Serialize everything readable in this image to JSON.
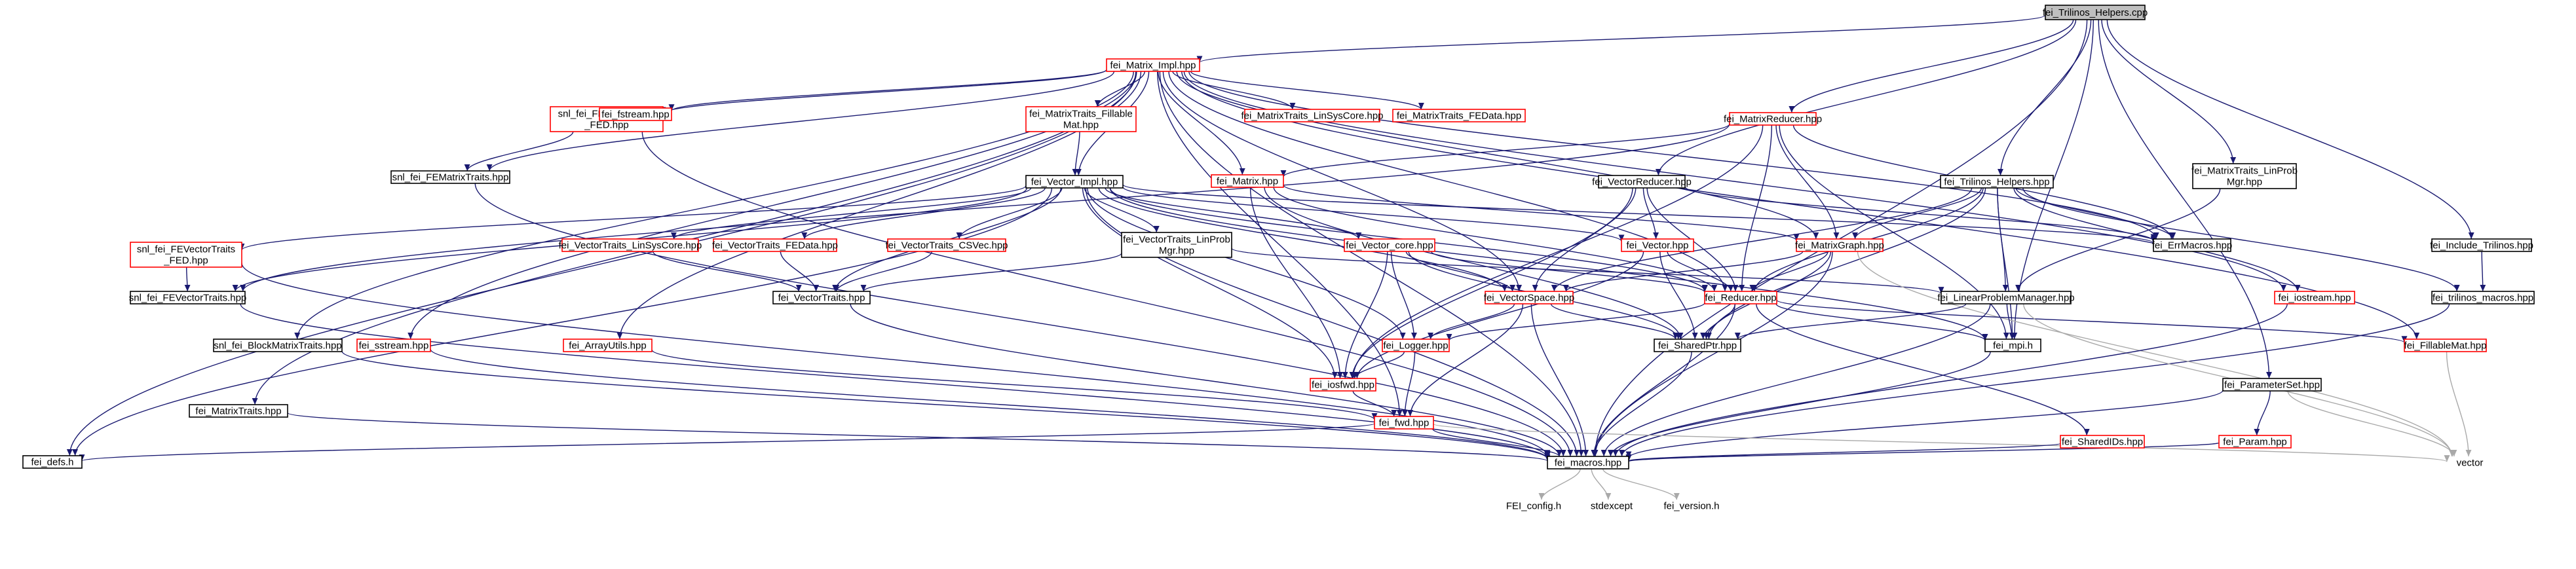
{
  "diagram": {
    "type": "include-dependency-graph",
    "colors": {
      "edge": "#191970",
      "edge_external": "#a9a9a9",
      "root_fill": "#bfbfbf",
      "documented_border": "#000000",
      "undocumented_border": "#ff0000",
      "external_border": "#bfbfbf",
      "node_fill": "#ffffff"
    },
    "nodes": [
      {
        "id": "root",
        "lines": [
          "fei_Trilinos_Helpers.cpp"
        ],
        "style": "root"
      },
      {
        "id": "matrix_impl",
        "lines": [
          "fei_Matrix_Impl.hpp"
        ],
        "style": "undocumented"
      },
      {
        "id": "snl_fe_matrix_fed",
        "lines": [
          "snl_fei_FEMatrixTraits",
          "_FED.hpp"
        ],
        "style": "undocumented"
      },
      {
        "id": "fstream",
        "lines": [
          "fei_fstream.hpp"
        ],
        "style": "undocumented"
      },
      {
        "id": "mt_fillable",
        "lines": [
          "fei_MatrixTraits_Fillable",
          "Mat.hpp"
        ],
        "style": "undocumented"
      },
      {
        "id": "mt_linsyscore",
        "lines": [
          "fei_MatrixTraits_LinSysCore.hpp"
        ],
        "style": "undocumented"
      },
      {
        "id": "mt_fedata",
        "lines": [
          "fei_MatrixTraits_FEData.hpp"
        ],
        "style": "undocumented"
      },
      {
        "id": "matrix_reducer",
        "lines": [
          "fei_MatrixReducer.hpp"
        ],
        "style": "undocumented"
      },
      {
        "id": "snl_fe_matrix",
        "lines": [
          "snl_fei_FEMatrixTraits.hpp"
        ],
        "style": "documented"
      },
      {
        "id": "vector_impl",
        "lines": [
          "fei_Vector_Impl.hpp"
        ],
        "style": "documented"
      },
      {
        "id": "matrix_hpp",
        "lines": [
          "fei_Matrix.hpp"
        ],
        "style": "undocumented"
      },
      {
        "id": "vector_reducer",
        "lines": [
          "fei_VectorReducer.hpp"
        ],
        "style": "documented"
      },
      {
        "id": "trilinos_helpers_hpp",
        "lines": [
          "fei_Trilinos_Helpers.hpp"
        ],
        "style": "documented"
      },
      {
        "id": "mt_linprob",
        "lines": [
          "fei_MatrixTraits_LinProb",
          "Mgr.hpp"
        ],
        "style": "documented"
      },
      {
        "id": "include_trilinos",
        "lines": [
          "fei_Include_Trilinos.hpp"
        ],
        "style": "documented"
      },
      {
        "id": "snl_fe_vector_fed",
        "lines": [
          "snl_fei_FEVectorTraits",
          "_FED.hpp"
        ],
        "style": "undocumented"
      },
      {
        "id": "vt_linsyscore",
        "lines": [
          "fei_VectorTraits_LinSysCore.hpp"
        ],
        "style": "undocumented"
      },
      {
        "id": "vt_fedata",
        "lines": [
          "fei_VectorTraits_FEData.hpp"
        ],
        "style": "undocumented"
      },
      {
        "id": "vt_csvec",
        "lines": [
          "fei_VectorTraits_CSVec.hpp"
        ],
        "style": "undocumented"
      },
      {
        "id": "vt_linprob",
        "lines": [
          "fei_VectorTraits_LinProb",
          "Mgr.hpp"
        ],
        "style": "documented"
      },
      {
        "id": "vector_core",
        "lines": [
          "fei_Vector_core.hpp"
        ],
        "style": "undocumented"
      },
      {
        "id": "vector_hpp",
        "lines": [
          "fei_Vector.hpp"
        ],
        "style": "undocumented"
      },
      {
        "id": "matrix_graph",
        "lines": [
          "fei_MatrixGraph.hpp"
        ],
        "style": "undocumented"
      },
      {
        "id": "err_macros",
        "lines": [
          "fei_ErrMacros.hpp"
        ],
        "style": "documented"
      },
      {
        "id": "snl_fe_vector",
        "lines": [
          "snl_fei_FEVectorTraits.hpp"
        ],
        "style": "documented"
      },
      {
        "id": "vector_traits",
        "lines": [
          "fei_VectorTraits.hpp"
        ],
        "style": "documented"
      },
      {
        "id": "vector_space",
        "lines": [
          "fei_VectorSpace.hpp"
        ],
        "style": "undocumented"
      },
      {
        "id": "reducer",
        "lines": [
          "fei_Reducer.hpp"
        ],
        "style": "undocumented"
      },
      {
        "id": "linprob_mgr",
        "lines": [
          "fei_LinearProblemManager.hpp"
        ],
        "style": "documented"
      },
      {
        "id": "iostream",
        "lines": [
          "fei_iostream.hpp"
        ],
        "style": "undocumented"
      },
      {
        "id": "trilinos_macros",
        "lines": [
          "fei_trilinos_macros.hpp"
        ],
        "style": "documented"
      },
      {
        "id": "block_matrix",
        "lines": [
          "snl_fei_BlockMatrixTraits.hpp"
        ],
        "style": "documented"
      },
      {
        "id": "sstream",
        "lines": [
          "fei_sstream.hpp"
        ],
        "style": "undocumented"
      },
      {
        "id": "array_utils",
        "lines": [
          "fei_ArrayUtils.hpp"
        ],
        "style": "undocumented"
      },
      {
        "id": "logger",
        "lines": [
          "fei_Logger.hpp"
        ],
        "style": "undocumented"
      },
      {
        "id": "shared_ptr",
        "lines": [
          "fei_SharedPtr.hpp"
        ],
        "style": "documented"
      },
      {
        "id": "mpi",
        "lines": [
          "fei_mpi.h"
        ],
        "style": "documented"
      },
      {
        "id": "fillable_mat",
        "lines": [
          "fei_FillableMat.hpp"
        ],
        "style": "undocumented"
      },
      {
        "id": "iosfwd",
        "lines": [
          "fei_iosfwd.hpp"
        ],
        "style": "undocumented"
      },
      {
        "id": "parameter_set",
        "lines": [
          "fei_ParameterSet.hpp"
        ],
        "style": "documented"
      },
      {
        "id": "matrix_traits",
        "lines": [
          "fei_MatrixTraits.hpp"
        ],
        "style": "documented"
      },
      {
        "id": "fwd",
        "lines": [
          "fei_fwd.hpp"
        ],
        "style": "undocumented"
      },
      {
        "id": "shared_ids",
        "lines": [
          "fei_SharedIDs.hpp"
        ],
        "style": "undocumented"
      },
      {
        "id": "param",
        "lines": [
          "fei_Param.hpp"
        ],
        "style": "undocumented"
      },
      {
        "id": "defs",
        "lines": [
          "fei_defs.h"
        ],
        "style": "documented"
      },
      {
        "id": "macros",
        "lines": [
          "fei_macros.hpp"
        ],
        "style": "documented"
      },
      {
        "id": "vector_std",
        "lines": [
          "vector"
        ],
        "style": "external"
      },
      {
        "id": "fei_config",
        "lines": [
          "FEI_config.h"
        ],
        "style": "external"
      },
      {
        "id": "stdexcept",
        "lines": [
          "stdexcept"
        ],
        "style": "external"
      },
      {
        "id": "fei_version",
        "lines": [
          "fei_version.h"
        ],
        "style": "external"
      }
    ],
    "edges": [
      [
        "root",
        "matrix_impl"
      ],
      [
        "root",
        "matrix_reducer"
      ],
      [
        "root",
        "vector_reducer"
      ],
      [
        "root",
        "trilinos_helpers_hpp"
      ],
      [
        "root",
        "mt_linprob"
      ],
      [
        "root",
        "include_trilinos"
      ],
      [
        "root",
        "parameter_set"
      ],
      [
        "root",
        "mpi"
      ],
      [
        "root",
        "macros"
      ],
      [
        "matrix_impl",
        "snl_fe_matrix_fed"
      ],
      [
        "matrix_impl",
        "fstream"
      ],
      [
        "matrix_impl",
        "mt_fillable"
      ],
      [
        "matrix_impl",
        "mt_linsyscore"
      ],
      [
        "matrix_impl",
        "mt_fedata"
      ],
      [
        "matrix_impl",
        "matrix_hpp"
      ],
      [
        "matrix_impl",
        "snl_fe_matrix"
      ],
      [
        "matrix_impl",
        "vector_impl"
      ],
      [
        "matrix_impl",
        "matrix_graph"
      ],
      [
        "matrix_impl",
        "err_macros"
      ],
      [
        "matrix_impl",
        "iostream"
      ],
      [
        "matrix_impl",
        "fillable_mat"
      ],
      [
        "matrix_impl",
        "block_matrix"
      ],
      [
        "matrix_impl",
        "sstream"
      ],
      [
        "matrix_impl",
        "array_utils"
      ],
      [
        "matrix_impl",
        "matrix_traits"
      ],
      [
        "matrix_impl",
        "defs"
      ],
      [
        "matrix_impl",
        "fwd"
      ],
      [
        "matrix_impl",
        "macros"
      ],
      [
        "matrix_impl",
        "vector_space"
      ],
      [
        "matrix_impl",
        "reducer"
      ],
      [
        "snl_fe_matrix_fed",
        "snl_fe_matrix"
      ],
      [
        "snl_fe_matrix_fed",
        "macros"
      ],
      [
        "mt_fillable",
        "vector_impl"
      ],
      [
        "snl_fe_matrix",
        "macros"
      ],
      [
        "matrix_reducer",
        "matrix_hpp"
      ],
      [
        "matrix_reducer",
        "snl_fe_vector"
      ],
      [
        "matrix_reducer",
        "matrix_graph"
      ],
      [
        "matrix_reducer",
        "reducer"
      ],
      [
        "matrix_reducer",
        "err_macros"
      ],
      [
        "matrix_reducer",
        "iosfwd"
      ],
      [
        "matrix_reducer",
        "mpi"
      ],
      [
        "vector_impl",
        "snl_fe_vector_fed"
      ],
      [
        "vector_impl",
        "vt_linsyscore"
      ],
      [
        "vector_impl",
        "vt_fedata"
      ],
      [
        "vector_impl",
        "vt_csvec"
      ],
      [
        "vector_impl",
        "vt_linprob"
      ],
      [
        "vector_impl",
        "vector_core"
      ],
      [
        "vector_impl",
        "vector_hpp"
      ],
      [
        "vector_impl",
        "vector_traits"
      ],
      [
        "vector_impl",
        "snl_fe_vector"
      ],
      [
        "vector_impl",
        "vector_space"
      ],
      [
        "vector_impl",
        "reducer"
      ],
      [
        "vector_impl",
        "logger"
      ],
      [
        "vector_impl",
        "iosfwd"
      ],
      [
        "vector_impl",
        "defs"
      ],
      [
        "vector_impl",
        "macros"
      ],
      [
        "vector_impl",
        "mpi"
      ],
      [
        "vector_impl",
        "err_macros"
      ],
      [
        "matrix_hpp",
        "matrix_graph"
      ],
      [
        "matrix_hpp",
        "shared_ptr"
      ],
      [
        "matrix_hpp",
        "iosfwd"
      ],
      [
        "matrix_hpp",
        "reducer"
      ],
      [
        "vector_reducer",
        "vector_hpp"
      ],
      [
        "vector_reducer",
        "reducer"
      ],
      [
        "vector_reducer",
        "vector_space"
      ],
      [
        "vector_reducer",
        "iosfwd"
      ],
      [
        "vector_reducer",
        "err_macros"
      ],
      [
        "trilinos_helpers_hpp",
        "matrix_graph"
      ],
      [
        "trilinos_helpers_hpp",
        "reducer"
      ],
      [
        "trilinos_helpers_hpp",
        "vector_space"
      ],
      [
        "trilinos_helpers_hpp",
        "linprob_mgr"
      ],
      [
        "trilinos_helpers_hpp",
        "shared_ptr"
      ],
      [
        "trilinos_helpers_hpp",
        "err_macros"
      ],
      [
        "trilinos_helpers_hpp",
        "trilinos_macros"
      ],
      [
        "trilinos_helpers_hpp",
        "iostream"
      ],
      [
        "trilinos_helpers_hpp",
        "mpi"
      ],
      [
        "mt_linprob",
        "linprob_mgr"
      ],
      [
        "include_trilinos",
        "trilinos_macros"
      ],
      [
        "trilinos_macros",
        "macros"
      ],
      [
        "snl_fe_vector_fed",
        "snl_fe_vector"
      ],
      [
        "snl_fe_vector_fed",
        "macros"
      ],
      [
        "snl_fe_vector",
        "macros"
      ],
      [
        "vt_linsyscore",
        "vector_traits"
      ],
      [
        "vt_fedata",
        "vector_traits"
      ],
      [
        "vt_csvec",
        "vector_traits"
      ],
      [
        "vt_linprob",
        "vector_traits"
      ],
      [
        "vt_linprob",
        "linprob_mgr"
      ],
      [
        "vector_traits",
        "macros"
      ],
      [
        "vector_core",
        "vector_space"
      ],
      [
        "vector_core",
        "reducer"
      ],
      [
        "vector_core",
        "logger"
      ],
      [
        "vector_core",
        "iosfwd"
      ],
      [
        "vector_core",
        "shared_ptr"
      ],
      [
        "vector_hpp",
        "reducer"
      ],
      [
        "vector_hpp",
        "shared_ptr"
      ],
      [
        "vector_hpp",
        "iosfwd"
      ],
      [
        "matrix_graph",
        "vector_space"
      ],
      [
        "matrix_graph",
        "reducer"
      ],
      [
        "matrix_graph",
        "shared_ptr"
      ],
      [
        "matrix_graph",
        "macros"
      ],
      [
        "matrix_graph",
        "vector_std"
      ],
      [
        "vector_space",
        "logger"
      ],
      [
        "vector_space",
        "shared_ptr"
      ],
      [
        "vector_space",
        "fwd"
      ],
      [
        "vector_space",
        "macros"
      ],
      [
        "reducer",
        "logger"
      ],
      [
        "reducer",
        "shared_ptr"
      ],
      [
        "reducer",
        "mpi"
      ],
      [
        "reducer",
        "fillable_mat"
      ],
      [
        "reducer",
        "macros"
      ],
      [
        "reducer",
        "shared_ids"
      ],
      [
        "linprob_mgr",
        "mpi"
      ],
      [
        "linprob_mgr",
        "shared_ptr"
      ],
      [
        "linprob_mgr",
        "macros"
      ],
      [
        "linprob_mgr",
        "vector_std"
      ],
      [
        "iostream",
        "macros"
      ],
      [
        "block_matrix",
        "macros"
      ],
      [
        "sstream",
        "macros"
      ],
      [
        "array_utils",
        "fwd"
      ],
      [
        "logger",
        "fwd"
      ],
      [
        "logger",
        "iosfwd"
      ],
      [
        "shared_ptr",
        "macros"
      ],
      [
        "mpi",
        "macros"
      ],
      [
        "fillable_mat",
        "vector_std"
      ],
      [
        "iosfwd",
        "fwd"
      ],
      [
        "parameter_set",
        "param"
      ],
      [
        "parameter_set",
        "macros"
      ],
      [
        "parameter_set",
        "vector_std"
      ],
      [
        "matrix_traits",
        "macros"
      ],
      [
        "fwd",
        "macros"
      ],
      [
        "fwd",
        "defs"
      ],
      [
        "fwd",
        "vector_std"
      ],
      [
        "shared_ids",
        "macros"
      ],
      [
        "param",
        "macros"
      ],
      [
        "macros",
        "fei_config"
      ],
      [
        "macros",
        "stdexcept"
      ],
      [
        "macros",
        "fei_version"
      ]
    ]
  }
}
